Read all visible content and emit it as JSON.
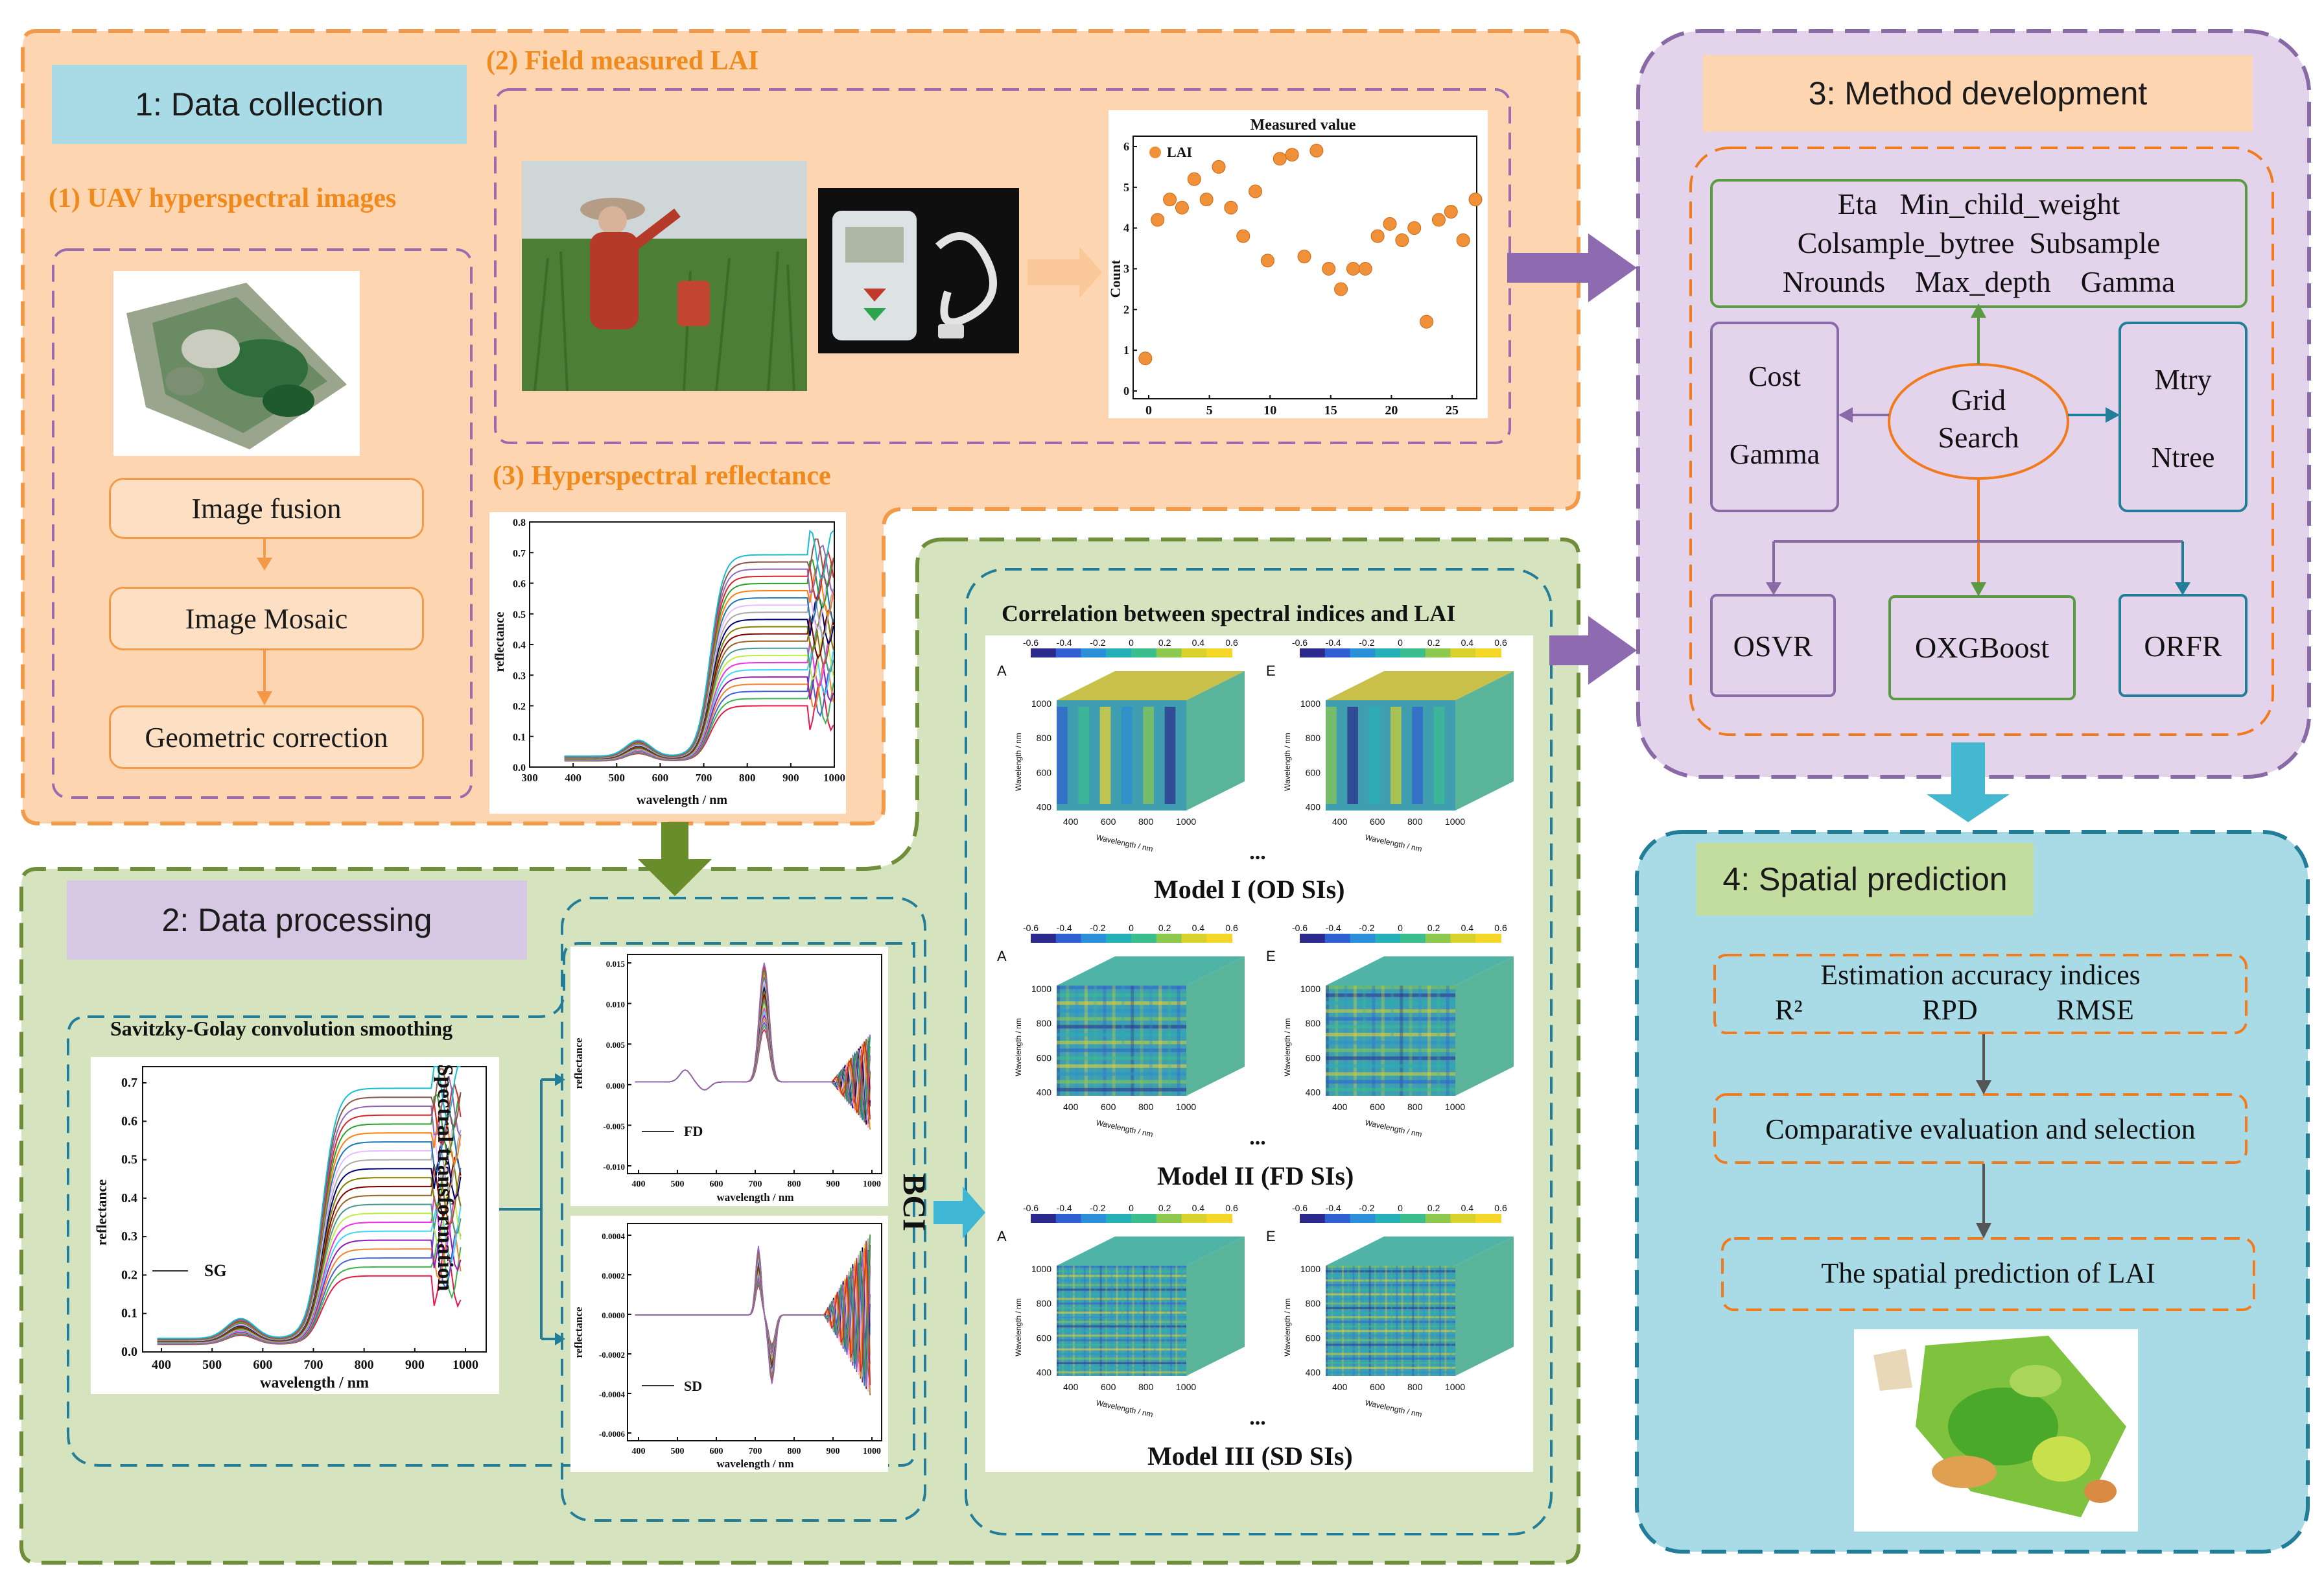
{
  "section1": {
    "title": "1: Data collection",
    "uav_heading": "(1) UAV hyperspectral images",
    "steps": [
      "Image fusion",
      "Image Mosaic",
      "Geometric correction"
    ]
  },
  "field": {
    "heading": "(2) Field measured LAI",
    "chart": {
      "title": "Measured value",
      "legend": "LAI",
      "ylabel": "Count",
      "x_ticks": [
        "0",
        "5",
        "10",
        "15",
        "20",
        "25"
      ],
      "y_ticks": [
        "0",
        "1",
        "2",
        "3",
        "4",
        "5",
        "6"
      ]
    }
  },
  "reflectance": {
    "heading": "(3) Hyperspectral reflectance",
    "chart": {
      "xlabel": "wavelength / nm",
      "ylabel": "reflectance",
      "x_ticks": [
        "300",
        "400",
        "500",
        "600",
        "700",
        "800",
        "900",
        "1000"
      ],
      "y_ticks": [
        "0.0",
        "0.1",
        "0.2",
        "0.3",
        "0.4",
        "0.5",
        "0.6",
        "0.7",
        "0.8"
      ]
    }
  },
  "section2": {
    "title": "2: Data processing",
    "sg_title": "Savitzky-Golay convolution smoothing",
    "sg_legend": "SG",
    "sg_xlabel": "wavelength / nm",
    "sg_ylabel": "reflectance",
    "sg_x_ticks": [
      "400",
      "500",
      "600",
      "700",
      "800",
      "900",
      "1000"
    ],
    "sg_y_ticks": [
      "0.0",
      "0.1",
      "0.2",
      "0.3",
      "0.4",
      "0.5",
      "0.6",
      "0.7"
    ],
    "transform_label": "Spectral transformation",
    "fd_legend": "FD",
    "fd_y_ticks": [
      "0.015",
      "0.010",
      "0.005",
      "0.000",
      "-0.005",
      "-0.010"
    ],
    "sd_legend": "SD",
    "sd_y_ticks": [
      "0.0004",
      "0.0002",
      "0.0000",
      "-0.0002",
      "-0.0004",
      "-0.0006"
    ],
    "small_x_ticks": [
      "400",
      "500",
      "600",
      "700",
      "800",
      "900",
      "1000"
    ],
    "small_xlabel": "wavelength / nm",
    "small_ylabel": "reflectance",
    "bci_label": "BCI"
  },
  "correlation": {
    "title": "Correlation between spectral indices and LAI",
    "colorbar_ticks": [
      "-0.6",
      "-0.4",
      "-0.2",
      "0",
      "0.2",
      "0.4",
      "0.6"
    ],
    "panel_letters": [
      "A",
      "E"
    ],
    "cube_axis_label": "Wavelength / nm",
    "cube_ticks": [
      "400",
      "600",
      "800",
      "1000"
    ],
    "ellipsis": "...",
    "models": [
      "Model I (OD SIs)",
      "Model II (FD SIs)",
      "Model III (SD SIs)"
    ]
  },
  "section3": {
    "title": "3: Method development",
    "param_lines": [
      "Eta   Min_child_weight",
      "Colsample_bytree  Subsample",
      "Nrounds    Max_depth    Gamma"
    ],
    "left_params": [
      "Cost",
      "Gamma"
    ],
    "grid_search": [
      "Grid",
      "Search"
    ],
    "right_params": [
      "Mtry",
      "Ntree"
    ],
    "models": [
      "OSVR",
      "OXGBoost",
      "ORFR"
    ]
  },
  "section4": {
    "title": "4: Spatial prediction",
    "accuracy_title": "Estimation accuracy indices",
    "metrics": [
      "R²",
      "RPD",
      "RMSE"
    ],
    "comparative": "Comparative evaluation and selection",
    "spatial": "The spatial prediction of LAI"
  },
  "colors": {
    "orange_bg": "#fdd5b1",
    "orange_border": "#f39a48",
    "green_bg": "#d5e3bf",
    "green_border": "#6f8e3a",
    "purple_bg": "#e3d4ec",
    "purple_border": "#8a6aa6",
    "blue_bg": "#a9dbe6",
    "teal_border": "#227e98",
    "arrow_purple": "#8e6bb0",
    "arrow_green": "#6a8d2b",
    "arrow_teal": "#43b8d0"
  }
}
